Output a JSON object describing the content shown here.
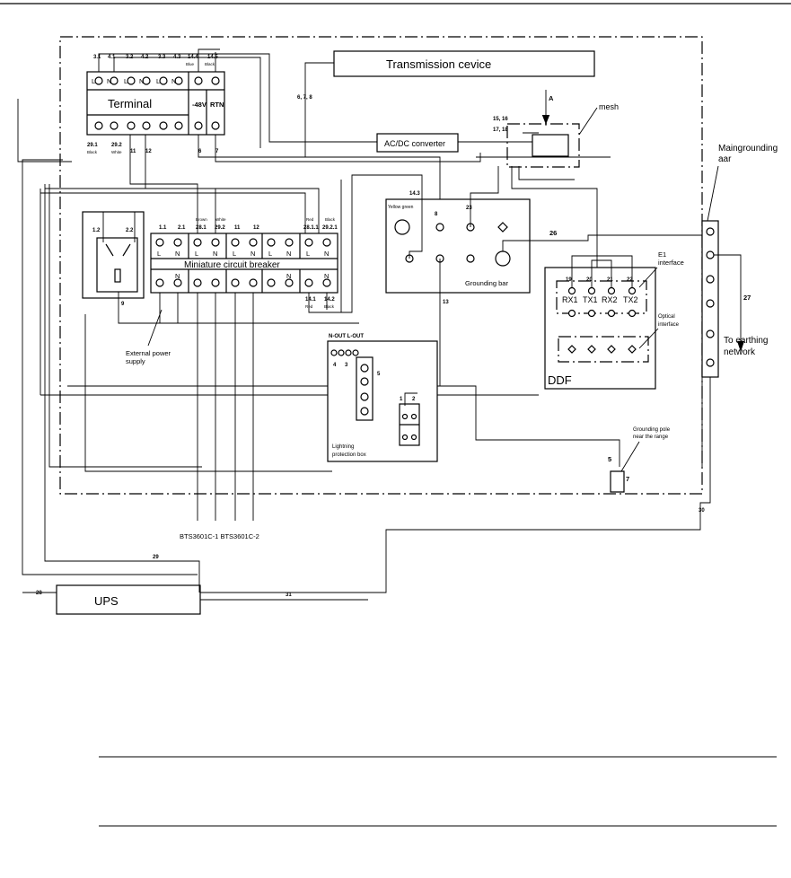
{
  "labels": {
    "transmission_device": "Transmission cevice",
    "terminal": "Terminal",
    "ac_dc_converter": "AC/DC converter",
    "mesh": "mesh",
    "arrow_a": "A",
    "main_grounding_bar": [
      "Maingrounding",
      "aar"
    ],
    "grounding_bar": "Grounding bar",
    "yellow_green": "Yellow green",
    "miniature_circuit_breaker": "Miniature circuit breaker",
    "external_power_supply": [
      "External power",
      "supply"
    ],
    "e1_interface": [
      "E1",
      "interface"
    ],
    "optical_interface": [
      "Optical",
      "interface"
    ],
    "ddf": "DDF",
    "to_earthing_network": [
      "To earthing",
      "network"
    ],
    "lightning_protection_box": [
      "Lightning",
      "protection box"
    ],
    "n_out_l_out": "N-OUT L-OUT",
    "grounding_pole": [
      "Grounding pole",
      "near the range"
    ],
    "bts_cables": "BTS3601C-1   BTS3601C-2",
    "ups": "UPS",
    "minus_48v": "-48V",
    "rtn": "RTN"
  },
  "terminal_top_ids": [
    "3.1",
    "4.1",
    "3.2",
    "4.2",
    "3.3",
    "4.3",
    "14.4",
    "14.5"
  ],
  "terminal_top_sub": [
    "Blue",
    "Black"
  ],
  "terminal_ln": [
    "L",
    "N",
    "L",
    "N",
    "L",
    "N"
  ],
  "terminal_bottom_ids": [
    "29.1",
    "29.2",
    "11",
    "12",
    "6",
    "7"
  ],
  "terminal_bottom_sub": [
    "Black",
    "White"
  ],
  "breaker_top_ids": [
    "1.1",
    "2.1",
    "28.1",
    "29.2",
    "11",
    "12",
    "28.1.1",
    "29.2.1"
  ],
  "breaker_top_sub": [
    "Brown",
    "White",
    "Red",
    "Black"
  ],
  "breaker_ln": [
    "L",
    "N",
    "L",
    "N",
    "L",
    "N",
    "L",
    "N",
    "L",
    "N",
    "L",
    "N"
  ],
  "breaker_bottom_ids": [
    "14.1",
    "14.2"
  ],
  "breaker_bottom_sub": [
    "Red",
    "Black"
  ],
  "ddf_ports": [
    "RX1",
    "TX1",
    "RX2",
    "TX2"
  ],
  "ddf_port_ids": [
    "19",
    "20",
    "21",
    "22"
  ],
  "wire_numbers": {
    "w_6_7_8": "6, 7, 8",
    "w_15_16": "15, 16",
    "w_17_18": "17, 18",
    "w_14_3": "14.3",
    "w_8": "8",
    "w_23": "23",
    "w_26": "26",
    "w_27": "27",
    "w_13": "13",
    "w_1_2": "1.2",
    "w_2_2": "2.2",
    "w_9": "9",
    "w_l_out_3": "3",
    "w_l_out_4": "4",
    "w_lpb_5": "5",
    "w_lpb_1": "1",
    "w_lpb_2": "2",
    "w_pole_5": "5",
    "w_pole_7": "7",
    "w_28": "28",
    "w_29": "29",
    "w_30": "30",
    "w_31": "31"
  }
}
